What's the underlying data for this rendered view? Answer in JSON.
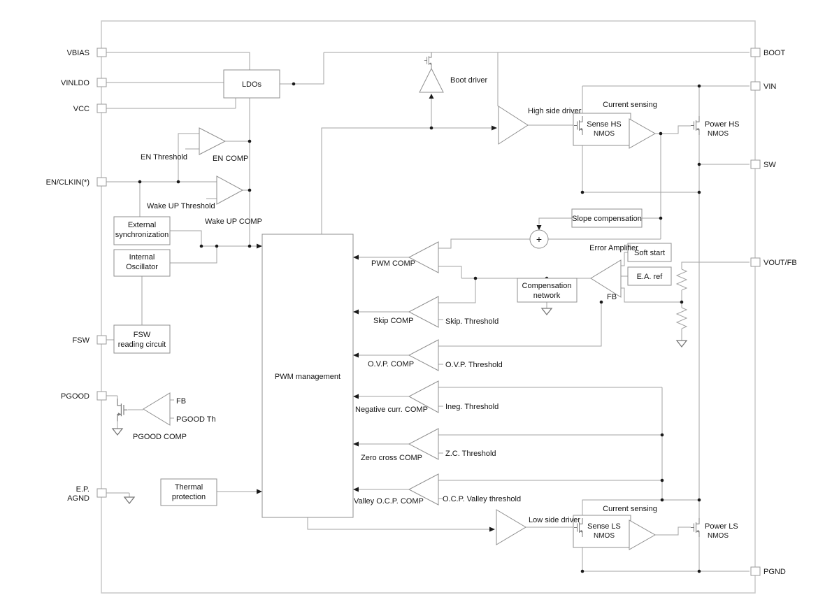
{
  "pins": {
    "vbias": "VBIAS",
    "vinldo": "VINLDO",
    "vcc": "VCC",
    "en_clkin": "EN/CLKIN(*)",
    "fsw": "FSW",
    "pgood": "PGOOD",
    "ep1": "E.P.",
    "ep2": "AGND",
    "boot": "BOOT",
    "vin": "VIN",
    "sw": "SW",
    "vout_fb": "VOUT/FB",
    "pgnd": "PGND"
  },
  "blocks": {
    "ldos": "LDOs",
    "ext_sync_1": "External",
    "ext_sync_2": "synchronization",
    "int_osc_1": "Internal",
    "int_osc_2": "Oscillator",
    "fsw_read_1": "FSW",
    "fsw_read_2": "reading circuit",
    "pwm_mgmt": "PWM management",
    "thermal_1": "Thermal",
    "thermal_2": "protection",
    "slope_comp": "Slope compensation",
    "soft_start": "Soft start",
    "ea_ref": "E.A. ref",
    "comp_net_1": "Compensation",
    "comp_net_2": "network",
    "sense_hs_1": "Sense HS",
    "sense_hs_2": "NMOS",
    "power_hs_1": "Power HS",
    "power_hs_2": "NMOS",
    "sense_ls_1": "Sense LS",
    "sense_ls_2": "NMOS",
    "power_ls_1": "Power LS",
    "power_ls_2": "NMOS"
  },
  "labels": {
    "en_threshold": "EN Threshold",
    "en_comp": "EN COMP",
    "wake_up_threshold": "Wake UP Threshold",
    "wake_up_comp": "Wake UP COMP",
    "boot_driver": "Boot driver",
    "high_side_driver": "High side driver",
    "current_sensing_top": "Current sensing",
    "current_sensing_bottom": "Current sensing",
    "error_amplifier": "Error Amplifier",
    "fb_ea": "FB",
    "pwm_comp": "PWM COMP",
    "skip_comp": "Skip COMP",
    "skip_threshold": "Skip. Threshold",
    "ovp_comp": "O.V.P. COMP",
    "ovp_threshold": "O.V.P. Threshold",
    "neg_curr_comp": "Negative curr. COMP",
    "ineg_threshold": "Ineg. Threshold",
    "zero_cross_comp": "Zero cross COMP",
    "zc_threshold": "Z.C. Threshold",
    "valley_ocp_comp": "Valley O.C.P. COMP",
    "ocp_valley_threshold": "O.C.P. Valley threshold",
    "low_side_driver": "Low side driver",
    "fb_pgood": "FB",
    "pgood_th": "PGOOD Th",
    "pgood_comp": "PGOOD COMP",
    "plus": "+"
  },
  "colors": {
    "wire": "#a3a3a3",
    "block_border": "#8f8f8f",
    "chip_border": "#c9c9c9",
    "text": "#141414",
    "arrow": "#1a1a1a",
    "background": "#ffffff"
  }
}
